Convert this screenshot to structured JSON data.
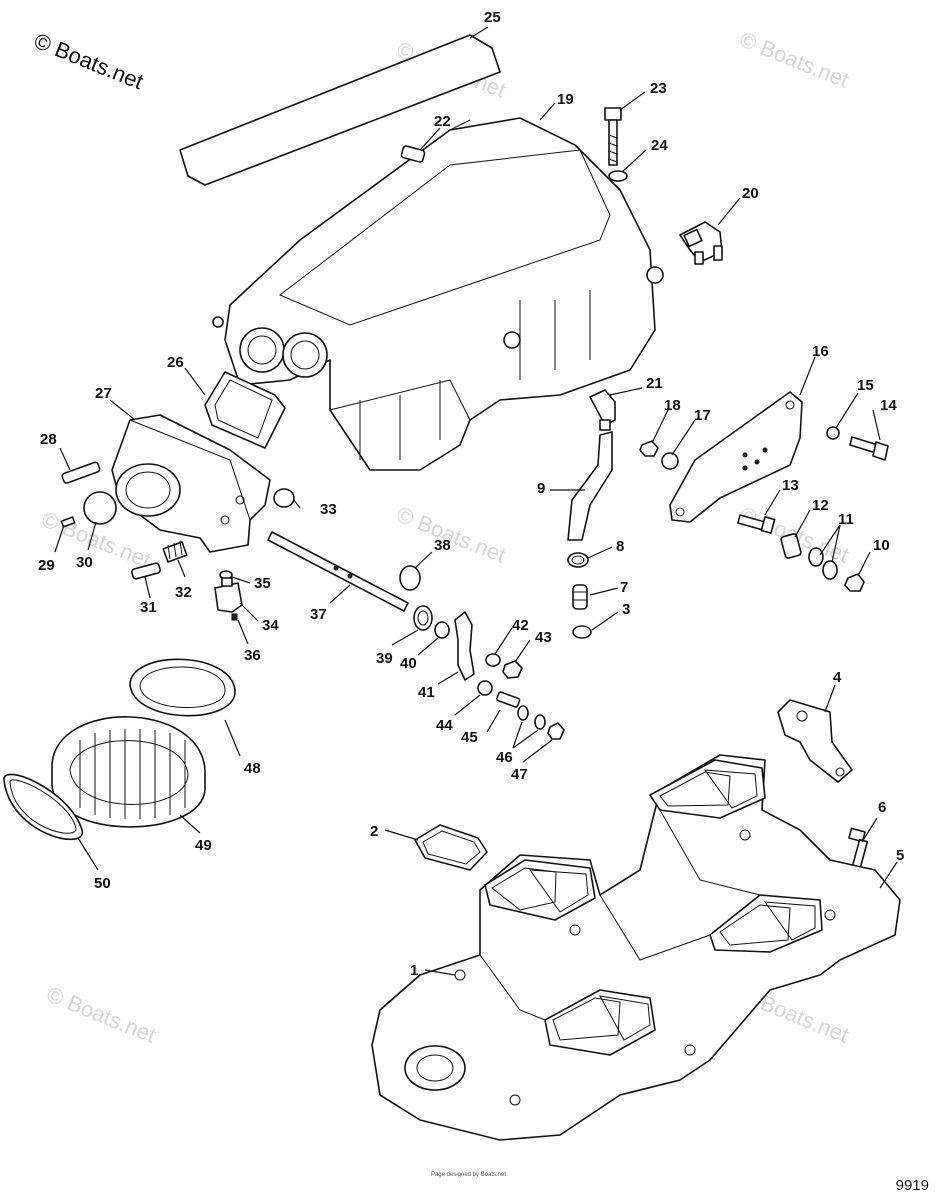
{
  "brand": {
    "watermark": "© Boats.net"
  },
  "drawing_number": "9919",
  "footer_note": "Page designed by Boats.net",
  "callouts": [
    "25",
    "22",
    "23",
    "19",
    "24",
    "20",
    "26",
    "27",
    "21",
    "16",
    "15",
    "14",
    "18",
    "17",
    "28",
    "9",
    "13",
    "33",
    "12",
    "11",
    "10",
    "38",
    "8",
    "29",
    "30",
    "32",
    "35",
    "7",
    "31",
    "37",
    "3",
    "34",
    "42",
    "43",
    "36",
    "39",
    "40",
    "41",
    "4",
    "44",
    "45",
    "46",
    "47",
    "48",
    "49",
    "2",
    "6",
    "5",
    "50",
    "1"
  ]
}
